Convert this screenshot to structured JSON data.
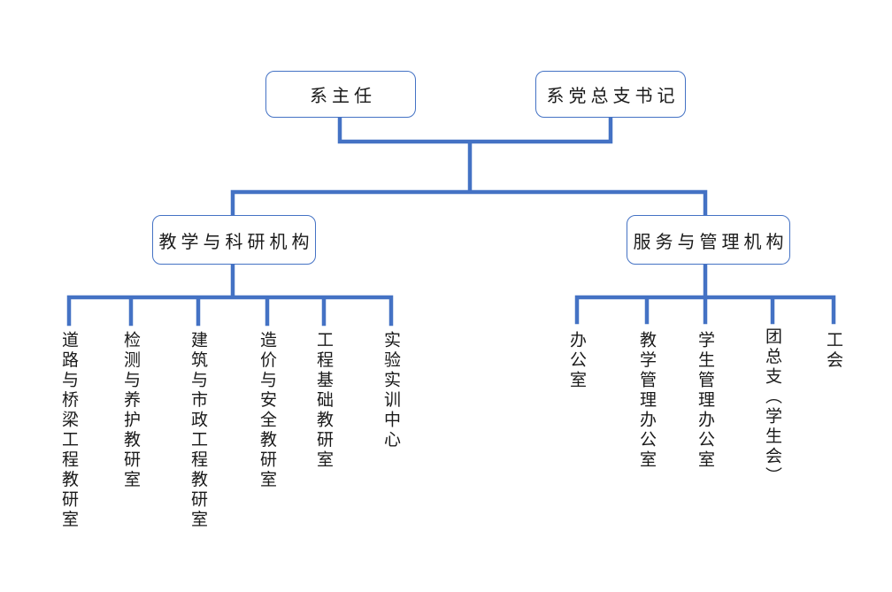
{
  "org_chart": {
    "leaders": [
      {
        "label": "系主任"
      },
      {
        "label": "系党总支书记"
      }
    ],
    "branches": [
      {
        "label": "教学与科研机构",
        "children": [
          "道路与桥梁工程教研室",
          "检测与养护教研室",
          "建筑与市政工程教研室",
          "造价与安全教研室",
          "工程基础教研室",
          "实验实训中心"
        ]
      },
      {
        "label": "服务与管理机构",
        "children": [
          "办公室",
          "教学管理办公室",
          "学生管理办公室",
          "团总支（学生会）",
          "工会"
        ]
      }
    ],
    "colors": {
      "line": "#4472C4",
      "box_border": "#4472C4",
      "box_fill": "#FFFFFF",
      "text": "#1A1A1A"
    }
  }
}
